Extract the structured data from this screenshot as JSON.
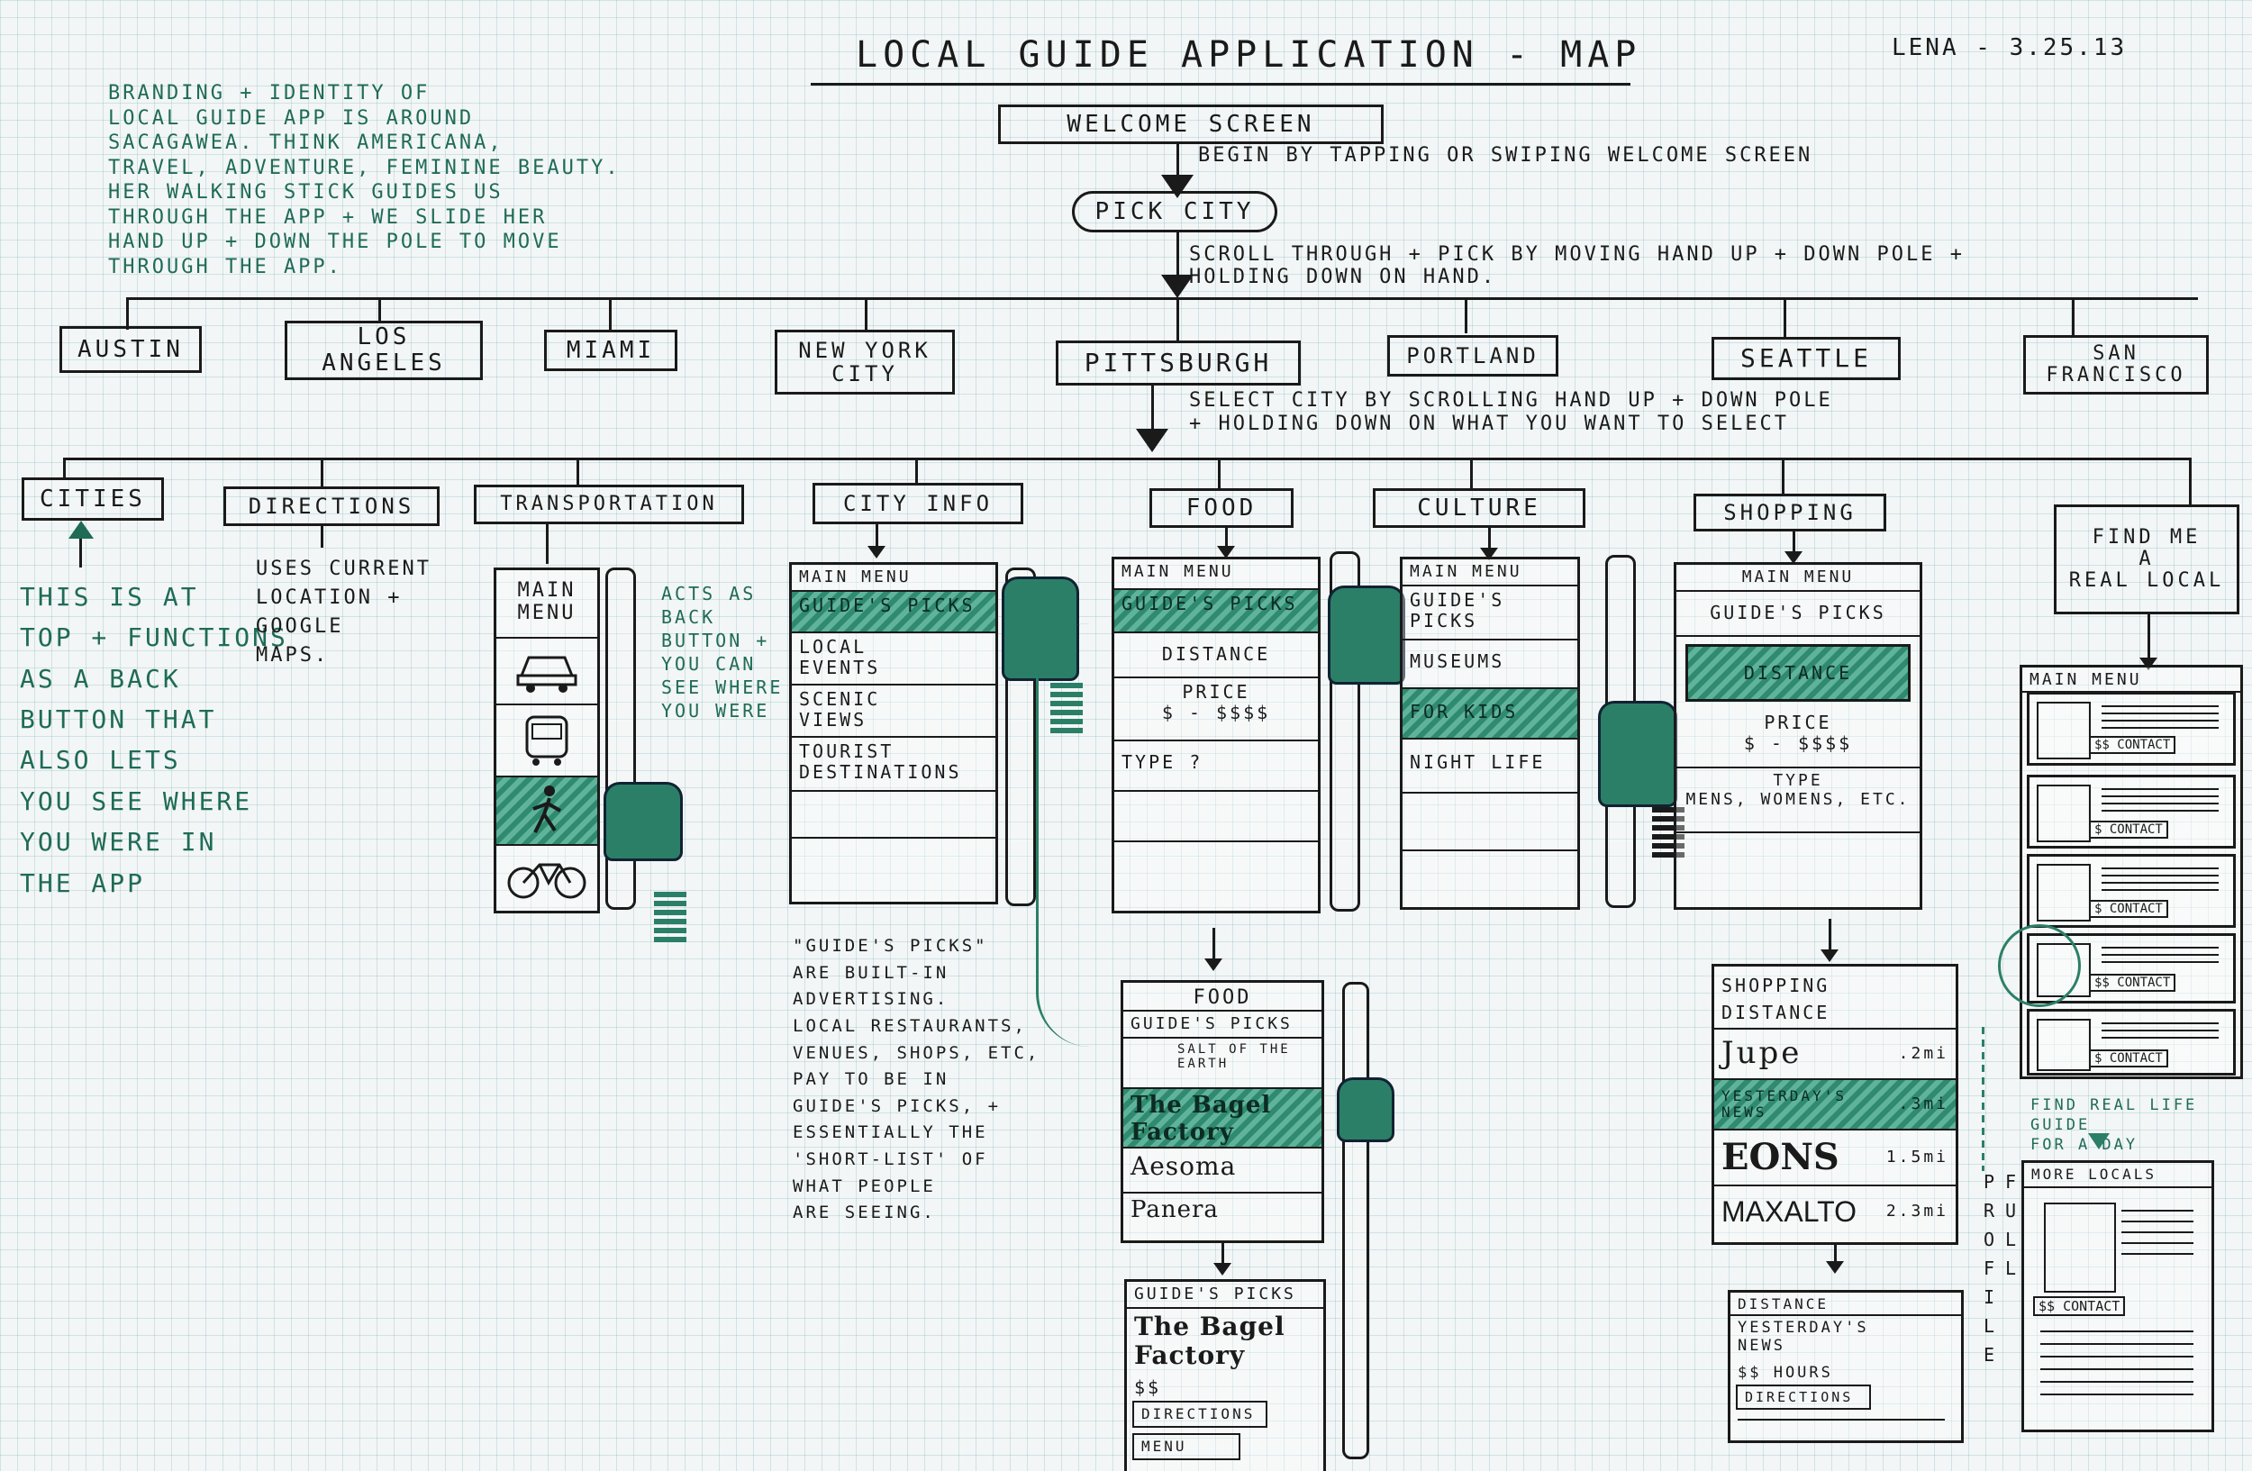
{
  "header": {
    "title": "LOCAL GUIDE APPLICATION - MAP",
    "author_date": "LENA - 3.25.13"
  },
  "branding_note": "BRANDING + IDENTITY OF\nLOCAL GUIDE APP IS AROUND\nSACAGAWEA. THINK AMERICANA,\nTRAVEL, ADVENTURE, FEMININE BEAUTY.\nHER WALKING STICK GUIDES US\nTHROUGH THE APP + WE SLIDE HER\nHAND UP + DOWN THE POLE TO MOVE\nTHROUGH THE APP.",
  "flow": {
    "welcome": "WELCOME SCREEN",
    "welcome_note": "BEGIN BY TAPPING OR SWIPING WELCOME SCREEN",
    "pick_city": "PICK CITY",
    "pick_city_note": "SCROLL THROUGH + PICK BY MOVING HAND UP + DOWN POLE +\nHOLDING DOWN ON HAND.",
    "select_note": "SELECT CITY BY SCROLLING HAND UP + DOWN POLE\n+ HOLDING DOWN ON WHAT YOU WANT TO SELECT"
  },
  "cities": [
    "AUSTIN",
    "LOS\nANGELES",
    "MIAMI",
    "NEW YORK\nCITY",
    "PITTSBURGH",
    "PORTLAND",
    "SEATTLE",
    "SAN\nFRANCISCO"
  ],
  "menu": [
    "CITIES",
    "DIRECTIONS",
    "TRANSPORTATION",
    "CITY INFO",
    "FOOD",
    "CULTURE",
    "SHOPPING",
    "FIND ME\nA\nREAL LOCAL"
  ],
  "notes": {
    "cities": "THIS IS AT\nTOP + FUNCTIONS\nAS A BACK\nBUTTON THAT\nALSO LETS\nYOU SEE WHERE\nYOU WERE IN\nTHE APP",
    "directions": "USES CURRENT\nLOCATION +\nGOOGLE\nMAPS.",
    "back": "ACTS AS\nBACK\nBUTTON +\nYOU CAN\nSEE WHERE\nYOU WERE",
    "guides_picks": "\"GUIDE'S PICKS\"\nARE BUILT-IN\nADVERTISING.\nLOCAL RESTAURANTS,\nVENUES, SHOPS, ETC,\nPAY TO BE IN\nGUIDE'S PICKS, +\nESSENTIALLY THE\n'SHORT-LIST' OF\nWHAT PEOPLE\nARE SEEING."
  },
  "transportation": {
    "main_menu": "MAIN\nMENU"
  },
  "city_info": {
    "rows": [
      "MAIN MENU",
      "GUIDE'S PICKS",
      "LOCAL\nEVENTS",
      "SCENIC\nVIEWS",
      "TOURIST\nDESTINATIONS",
      "",
      ""
    ]
  },
  "food": {
    "rows": [
      "MAIN MENU",
      "GUIDE'S PICKS",
      "DISTANCE",
      "PRICE\n$ - $$$$",
      "TYPE ?",
      "",
      ""
    ],
    "list_title": "FOOD",
    "list_rows": [
      "GUIDE'S PICKS",
      "SALT OF THE EARTH",
      "The Bagel Factory",
      "Aesoma",
      "Panera"
    ],
    "detail_rows": [
      "GUIDE'S PICKS",
      "The Bagel Factory",
      "$$",
      "DIRECTIONS",
      "MENU"
    ]
  },
  "culture": {
    "rows": [
      "MAIN MENU",
      "GUIDE'S\nPICKS",
      "MUSEUMS",
      "FOR KIDS",
      "NIGHT LIFE",
      "",
      ""
    ]
  },
  "shopping": {
    "rows": [
      "MAIN MENU",
      "GUIDE'S PICKS",
      "DISTANCE",
      "PRICE\n$ - $$$$",
      "TYPE\nMENS, WOMENS, ETC.",
      ""
    ],
    "list_title": "SHOPPING",
    "list_sub": "DISTANCE",
    "list_items": [
      {
        "name": "Jupe",
        "dist": ".2mi"
      },
      {
        "name": "YESTERDAY'S NEWS",
        "dist": ".3mi"
      },
      {
        "name": "EONS",
        "dist": "1.5mi"
      },
      {
        "name": "MAXALTO",
        "dist": "2.3mi"
      }
    ],
    "detail_title": "DISTANCE",
    "detail_rows": [
      "YESTERDAY'S\nNEWS",
      "$$ HOURS",
      "DIRECTIONS"
    ],
    "full_profile": "FULL PROFILE"
  },
  "local": {
    "main_menu": "MAIN MENU",
    "cards": [
      "$$ CONTACT",
      "$ CONTACT",
      "$ CONTACT",
      "$$ CONTACT",
      "$ CONTACT"
    ],
    "guide_note": "FIND REAL LIFE\nGUIDE\nFOR A DAY",
    "more_title": "MORE LOCALS",
    "more_contact": "$$ CONTACT"
  }
}
